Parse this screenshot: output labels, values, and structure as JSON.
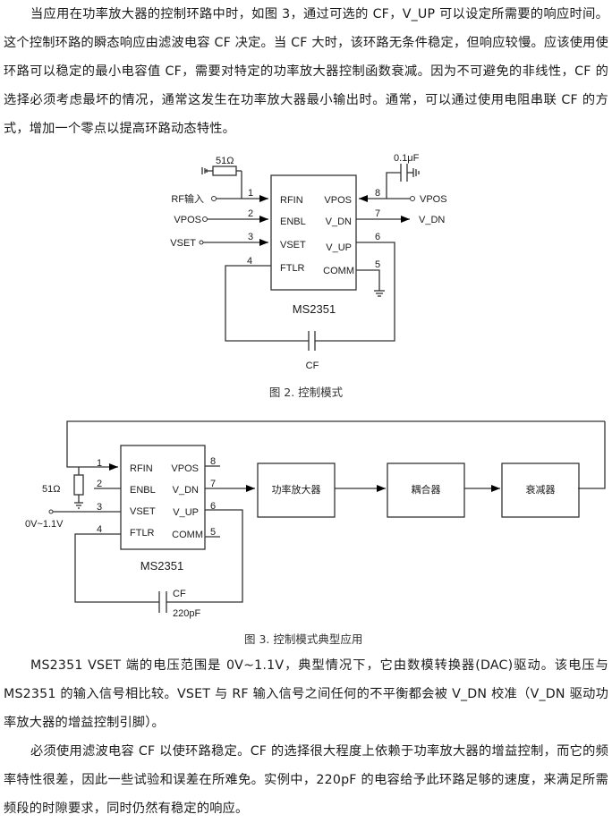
{
  "paragraph1": "当应用在功率放大器的控制环路中时，如图 3，通过可选的 CF，V_UP 可以设定所需要的响应时间。这个控制环路的瞬态响应由滤波电容 CF 决定。当 CF 大时，该环路无条件稳定，但响应较慢。应该使用使环路可以稳定的最小电容值 CF，需要对特定的功率放大器控制函数衰减。因为不可避免的非线性，CF 的选择必须考虑最坏的情况，通常这发生在功率放大器最小输出时。通常，可以通过使用电阻串联 CF 的方式，增加一个零点以提高环路动态特性。",
  "figure2": {
    "chip_name": "MS2351",
    "resistor": "51Ω",
    "capacitor_top": "0.1μF",
    "capacitor_bottom": "CF",
    "left_pins": [
      {
        "num": "1",
        "name": "RFIN",
        "ext": "RF输入"
      },
      {
        "num": "2",
        "name": "ENBL",
        "ext": "VPOS"
      },
      {
        "num": "3",
        "name": "VSET",
        "ext": "VSET"
      },
      {
        "num": "4",
        "name": "FTLR",
        "ext": ""
      }
    ],
    "right_pins": [
      {
        "num": "8",
        "name": "VPOS",
        "ext": "VPOS"
      },
      {
        "num": "7",
        "name": "V_DN",
        "ext": "V_DN"
      },
      {
        "num": "6",
        "name": "V_UP",
        "ext": ""
      },
      {
        "num": "5",
        "name": "COMM",
        "ext": ""
      }
    ],
    "caption": "图 2. 控制模式"
  },
  "figure3": {
    "chip_name": "MS2351",
    "resistor": "51Ω",
    "vset_range": "0V~1.1V",
    "capacitor_name": "CF",
    "capacitor_value": "220pF",
    "left_pins": [
      {
        "num": "1",
        "name": "RFIN"
      },
      {
        "num": "2",
        "name": "ENBL"
      },
      {
        "num": "3",
        "name": "VSET"
      },
      {
        "num": "4",
        "name": "FTLR"
      }
    ],
    "right_pins": [
      {
        "num": "8",
        "name": "VPOS"
      },
      {
        "num": "7",
        "name": "V_DN"
      },
      {
        "num": "6",
        "name": "V_UP"
      },
      {
        "num": "5",
        "name": "COMM"
      }
    ],
    "blocks": [
      "功率放大器",
      "耦合器",
      "衰减器"
    ],
    "caption": "图 3. 控制模式典型应用"
  },
  "paragraph2": "MS2351 VSET 端的电压范围是 0V~1.1V，典型情况下，它由数模转换器(DAC)驱动。该电压与 MS2351 的输入信号相比较。VSET 与 RF 输入信号之间任何的不平衡都会被 V_DN 校准（V_DN 驱动功率放大器的增益控制引脚）。",
  "paragraph3": "必须使用滤波电容 CF 以使环路稳定。CF 的选择很大程度上依赖于功率放大器的增益控制，而它的频率特性很差，因此一些试验和误差在所难免。实例中，220pF 的电容给予此环路足够的速度，来满足所需频段的时隙要求，同时仍然有稳定的响应。"
}
